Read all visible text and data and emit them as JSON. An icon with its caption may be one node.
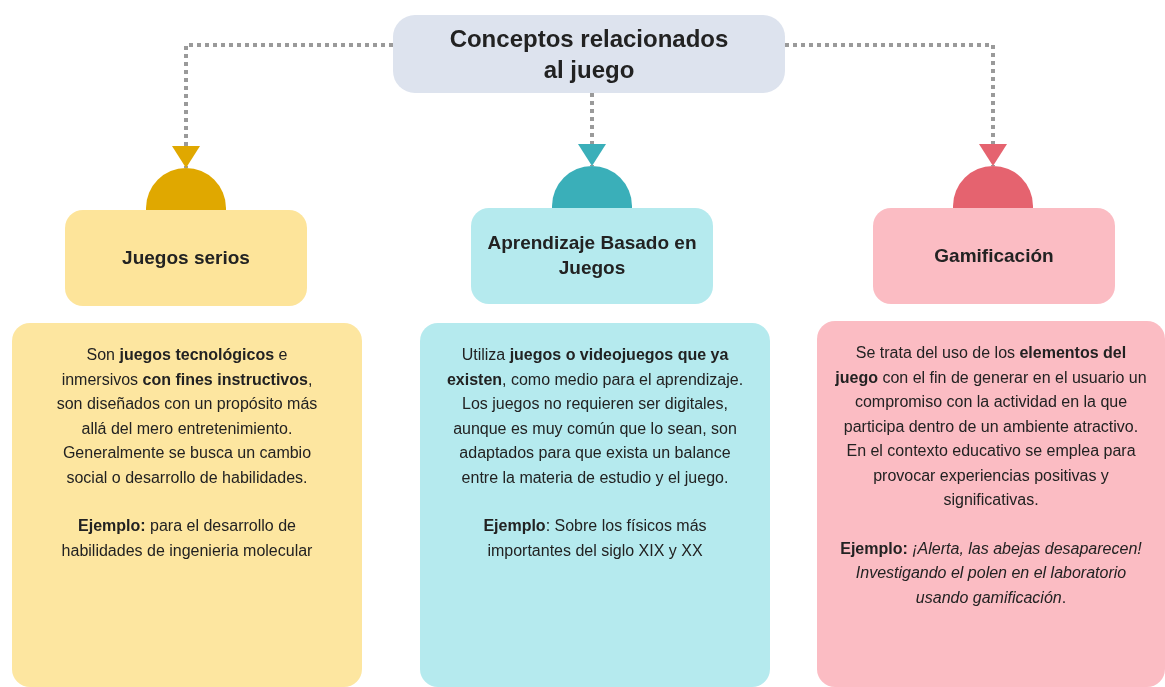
{
  "diagram": {
    "nodes": [
      {
        "text": [
          "Conceptos relacionados al juego"
        ]
      },
      {
        "text": [],
        "shape": "circle"
      },
      {
        "text": [],
        "shape": "circle"
      },
      {
        "text": [],
        "shape": "circle"
      },
      {
        "text": [
          "Juegos serios"
        ]
      },
      {
        "text": [
          "Aprendizaje Basado en Juegos"
        ]
      },
      {
        "text": [
          "Gamificación"
        ]
      },
      {
        "text": [
          "Son **juegos tecnológicos** e inmersivos **con fines instructivos**, son diseñados con un propósito más allá del mero entretenimiento. Generalmente se busca un cambio social o desarrollo de habilidades.",
          "**Ejemplo:** para el desarrollo de habilidades de ingenieria molecular"
        ]
      },
      {
        "text": [
          "Utiliza **juegos o videojuegos que ya existen**, como medio para el aprendizaje. Los juegos no requieren ser digitales, aunque es muy común que lo sean, son adaptados para que exista un balance entre la materia de estudio y el juego.",
          "**Ejemplo**: Sobre los físicos más importantes del siglo XIX y XX"
        ]
      },
      {
        "text": [
          "Se trata del uso de los **elementos del juego** con el fin de generar en el usuario un compromiso con la actividad en la que participa dentro de un ambiente atractivo.",
          "En el contexto educativo se emplea para provocar experiencias positivas y significativas.",
          "**Ejemplo:** *¡Alerta, las abejas desaparecen! Investigando el polen en el laboratorio usando gamificación*."
        ]
      }
    ],
    "edges": [
      {
        "from": 0,
        "to": 1,
        "arrow": "to",
        "style": "dashed"
      },
      {
        "from": 0,
        "to": 2,
        "arrow": "to",
        "style": "dashed"
      },
      {
        "from": 0,
        "to": 3,
        "arrow": "to",
        "style": "dashed"
      }
    ]
  }
}
